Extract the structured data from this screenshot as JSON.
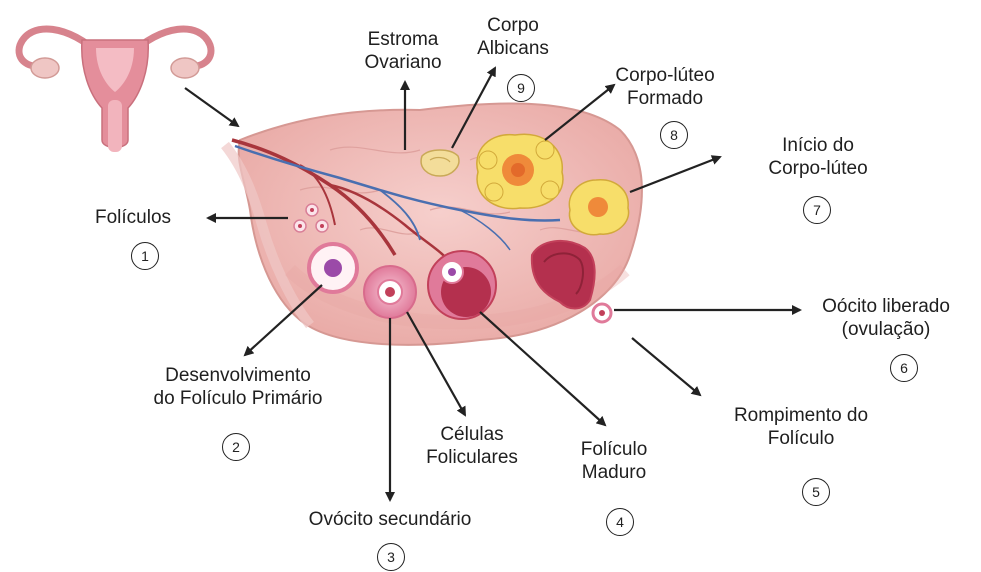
{
  "colors": {
    "ovary_fill": "#f2c2c0",
    "ovary_stroke": "#d69893",
    "vessel_red": "#a8353c",
    "vessel_blue": "#4a6fb0",
    "corpus_yellow": "#f7de6a",
    "corpus_orange": "#ef8a3a",
    "follicle_pink": "#e07a9a",
    "follicle_dark": "#c2405a",
    "oocyte_purple": "#9b4aa8",
    "arrow": "#222222"
  },
  "labels": {
    "l1": {
      "line1": "Folículos",
      "num": "1"
    },
    "l2": {
      "line1": "Desenvolvimento",
      "line2": "do Folículo Primário",
      "num": "2"
    },
    "l3": {
      "line1": "Ovócito secundário",
      "num": "3"
    },
    "l3b": {
      "line1": "Células",
      "line2": "Foliculares"
    },
    "l4": {
      "line1": "Folículo",
      "line2": "Maduro",
      "num": "4"
    },
    "l5": {
      "line1": "Rompimento do",
      "line2": "Folículo",
      "num": "5"
    },
    "l6": {
      "line1": "Oócito liberado",
      "line2": "(ovulação)",
      "num": "6"
    },
    "l7": {
      "line1": "Início do",
      "line2": "Corpo-lúteo",
      "num": "7"
    },
    "l8": {
      "line1": "Corpo-lúteo",
      "line2": "Formado",
      "num": "8"
    },
    "l9": {
      "line1": "Corpo",
      "line2": "Albicans",
      "num": "9"
    },
    "stroma": {
      "line1": "Estroma",
      "line2": "Ovariano"
    }
  },
  "icons": {
    "uterus": "uterus-icon",
    "ovary": "ovary-illustration"
  }
}
